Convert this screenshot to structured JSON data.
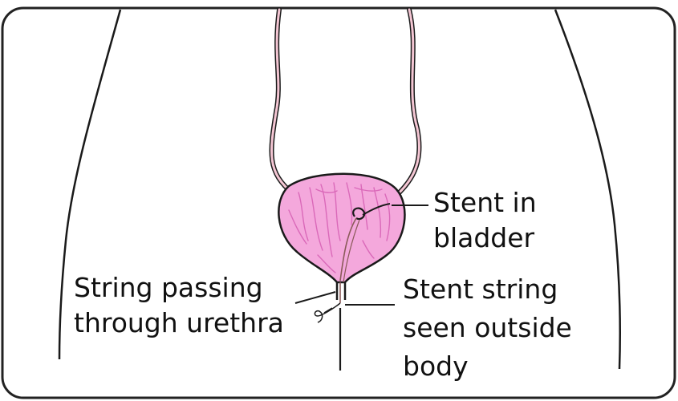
{
  "labels": {
    "stent_in_bladder": [
      "Stent in",
      "bladder"
    ],
    "string_through_urethra": [
      "String passing",
      "through urethra"
    ],
    "string_outside_body": [
      "Stent string",
      "seen outside",
      "body"
    ]
  },
  "colors": {
    "frame": "#222222",
    "bladder_fill": "#f4a8dc",
    "bladder_detail": "#d65fb4",
    "ureter": "#f4c6d3",
    "outline": "#1a1a1a",
    "stent": "#8a5a58"
  }
}
